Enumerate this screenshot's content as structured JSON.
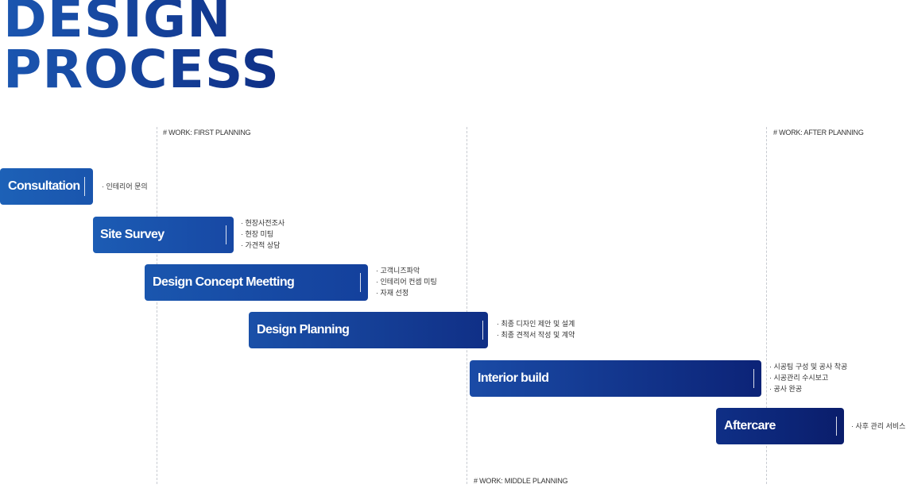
{
  "header": {
    "title_line1": "DESIGN",
    "title_line2": "PROCESS"
  },
  "guides": {
    "first": "# WORK: FIRST PLANNING",
    "middle": "# WORK: MIDDLE PLANNING",
    "after": "# WORK: AFTER PLANNING"
  },
  "steps": [
    {
      "label": "Consultation",
      "notes": [
        "인테리어 문의"
      ]
    },
    {
      "label": "Site Survey",
      "notes": [
        "현장사전조사",
        "현장 미팅",
        "가견적 상담"
      ]
    },
    {
      "label": "Design Concept Meetting",
      "notes": [
        "고객니즈파악",
        "인테리어 컨셉 미팅",
        "자재 선정"
      ]
    },
    {
      "label": "Design Planning",
      "notes": [
        "최종 디자인 제안 및 설계",
        "최종 견적서 작성 및 계약"
      ]
    },
    {
      "label": "Interior build",
      "notes": [
        "시공팀 구성 및 공사 착공",
        "시공관리 수시보고",
        "공사 완공"
      ]
    },
    {
      "label": "Aftercare",
      "notes": [
        "사후 관리 서비스"
      ]
    }
  ],
  "colors": {
    "bar_light": "#1b5cb4",
    "bar_mid": "#1642a0",
    "bar_dark": "#0b1f6e",
    "title_blue": "#1746a2"
  }
}
